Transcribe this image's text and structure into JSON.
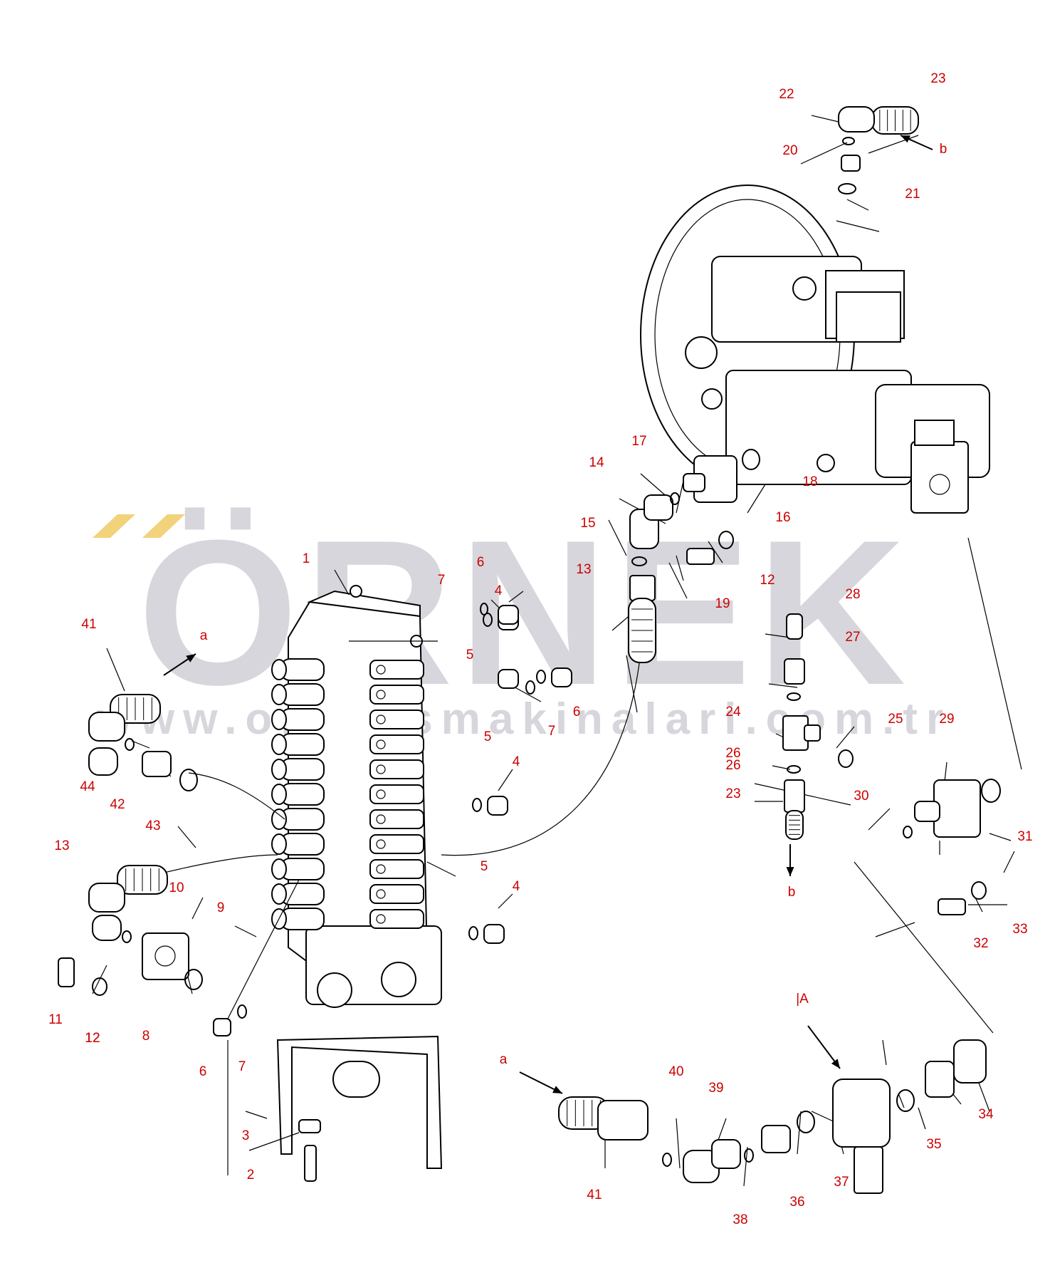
{
  "watermark": {
    "brand": "ÖRNEK",
    "url": "www.orneksmakinalari.com.tr",
    "brand_color": "#d6d6dc",
    "accent_color": "#f2d27a"
  },
  "diagram": {
    "label_color": "#cc0000",
    "line_color": "#000000",
    "view_marker": "|A",
    "flow_markers": [
      "a",
      "b"
    ],
    "callouts": [
      "1",
      "2",
      "3",
      "4",
      "5",
      "6",
      "7",
      "8",
      "9",
      "10",
      "11",
      "12",
      "13",
      "14",
      "15",
      "16",
      "17",
      "18",
      "19",
      "20",
      "21",
      "22",
      "23",
      "24",
      "25",
      "26",
      "27",
      "28",
      "29",
      "30",
      "31",
      "32",
      "33",
      "34",
      "35",
      "36",
      "37",
      "38",
      "39",
      "40",
      "41",
      "42",
      "43",
      "44"
    ]
  }
}
